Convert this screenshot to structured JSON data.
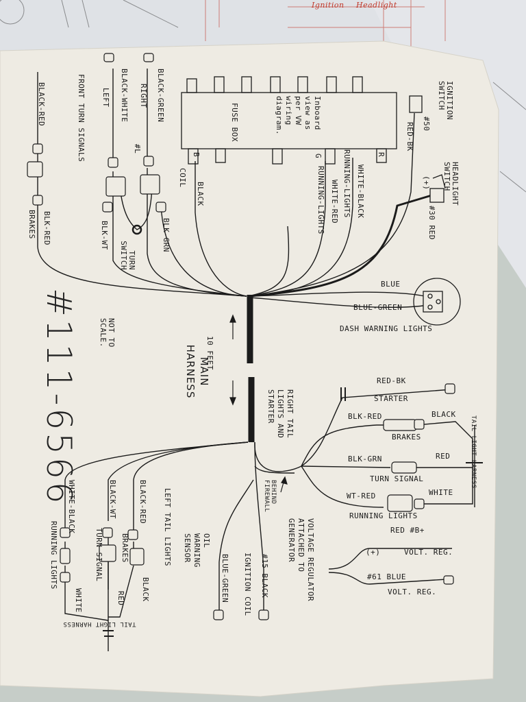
{
  "part_number": "#111-6566",
  "title": "MAIN HARNESS",
  "length_label": "10 FEET",
  "scale_note": "NOT TO SCALE.",
  "fuse_box": {
    "label": "FUSE BOX",
    "note": "Inboard view as per VW wiring diagram.",
    "terminal_b": "B",
    "terminal_g": "G",
    "terminal_r": "R"
  },
  "ignition_switch": {
    "title": "IGNITION SWITCH",
    "wire": "RED-BK",
    "terminal": "#50"
  },
  "headlight_switch": {
    "title": "HEADLIGHT SWITCH",
    "polarity": "(+)",
    "wire": "#30 RED"
  },
  "fuse_wires": {
    "coil": "COIL",
    "black": "BLACK",
    "white_red": "WHITE-RED",
    "running_lights_1": "RUNNING-LIGHTS",
    "white_black": "WHITE-BLACK",
    "running_lights_2": "RUNNING-LIGHTS"
  },
  "front_turn_signals": {
    "title": "FRONT TURN SIGNALS",
    "black_green": "BLACK-GREEN",
    "right": "RIGHT",
    "black_white": "BLACK-WHITE",
    "left": "LEFT",
    "hash_l": "#L",
    "black_red": "BLACK-RED",
    "blk_grn": "BLK-GRN",
    "blk_wt": "BLK-WT",
    "turn_switch": "TURN SWITCH",
    "blk_red": "BLK-RED",
    "brakes": "BRAKES"
  },
  "dash_warning": {
    "title": "DASH WARNING LIGHTS",
    "blue": "BLUE",
    "blue_green": "BLUE-GREEN"
  },
  "right_tail": {
    "title": "RIGHT TAIL LIGHTS AND STARTER",
    "red_bk": "RED-BK",
    "starter": "STARTER",
    "blk_red": "BLK-RED",
    "black": "BLACK",
    "brakes": "BRAKES",
    "blk_grn": "BLK-GRN",
    "red": "RED",
    "turn_signal": "TURN SIGNAL",
    "wt_red": "WT-RED",
    "white": "WHITE",
    "running_lights": "RUNNING LIGHTS",
    "tail_light_harness": "TAIL LIGHT HARNESS",
    "behind_firewall": "BEHIND FIREWALL"
  },
  "voltage_regulator": {
    "title": "VOLTAGE REGULATOR ATTACHED TO GENERATOR",
    "red_b": "RED #B+",
    "plus": "(+)",
    "volt_reg_1": "VOLT. REG.",
    "blue": "#61 BLUE",
    "volt_reg_2": "VOLT. REG."
  },
  "bottom_wires": {
    "ignition_coil": "IGNITION COIL",
    "black_15": "#15 BLACK",
    "oil_sensor": "OIL WARNING SENSOR",
    "blue_green": "BLUE-GREEN"
  },
  "left_tail": {
    "title": "LEFT TAIL LIGHTS",
    "black_red": "BLACK-RED",
    "brakes": "BRAKES",
    "black": "BLACK",
    "black_wt": "BLACK-WT",
    "turn_signal": "TURN SIGNAL",
    "red": "RED",
    "white_black": "WHITE-BLACK",
    "running_lights": "RUNNING LIGHTS",
    "white": "WHITE",
    "tail_light_harness": "TAIL LIGHT HARNESS"
  },
  "background_notes": {
    "note_1": "Ignition",
    "note_2": "Headlight"
  },
  "colors": {
    "paper": "#eeebe3",
    "ink": "#1b1b1b",
    "table": "#c9cfc9",
    "red_ink": "#c0392b"
  }
}
